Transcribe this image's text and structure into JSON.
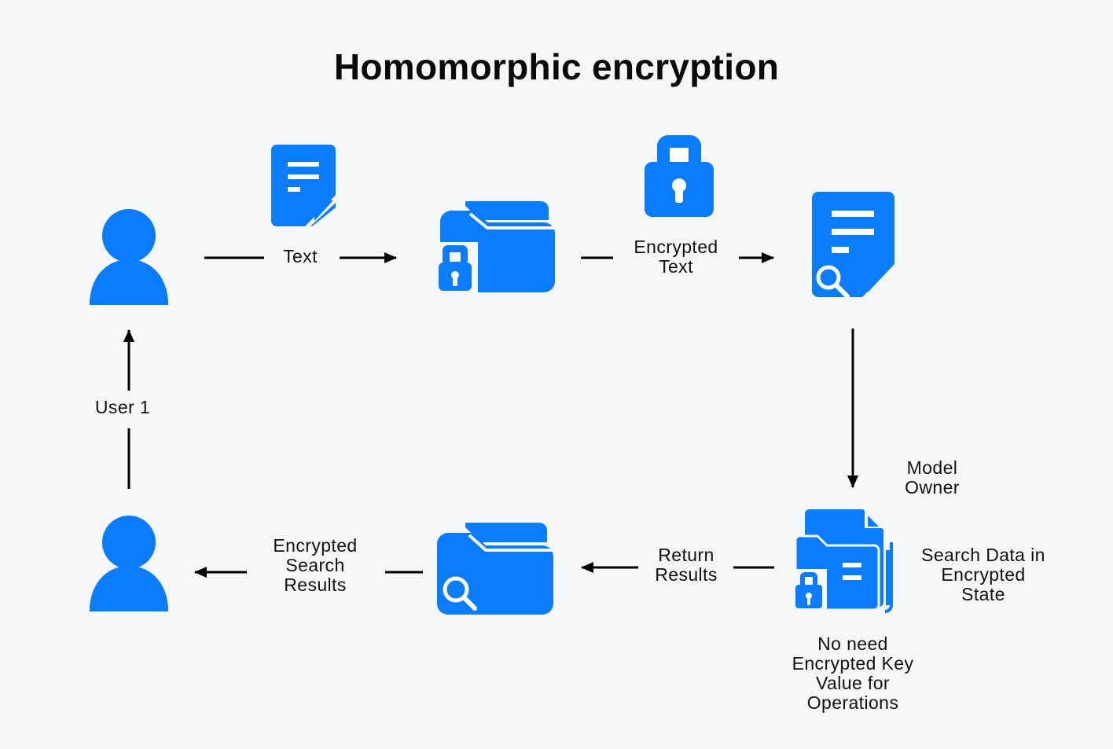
{
  "title": "Homomorphic encryption",
  "colors": {
    "icon": "#0a7cff",
    "line": "#000000",
    "background": "#f6f7f9"
  },
  "icons": [
    "user-icon-top",
    "text-document-icon",
    "locked-folder-icon",
    "padlock-icon",
    "search-document-icon",
    "locked-documents-icon",
    "search-folder-icon",
    "user-icon-bottom"
  ],
  "labels": {
    "text": "Text",
    "encrypted_text": "Encrypted\nText",
    "user1": "User 1",
    "model_owner": "Model\nOwner",
    "search_data": "Search Data in\nEncrypted\nState",
    "no_need": "No need\nEncrypted Key\nValue for\nOperations",
    "return_results": "Return\nResults",
    "encrypted_search_results": "Encrypted\nSearch\nResults"
  }
}
